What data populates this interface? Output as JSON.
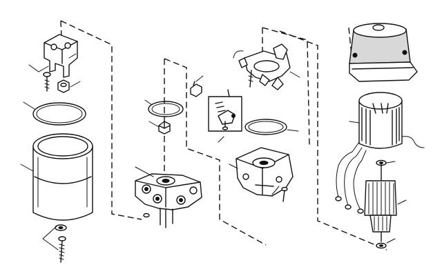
{
  "diagram": {
    "parts": [
      "cover-cap",
      "cover-screw",
      "cover-nut",
      "reservoir-o-ring",
      "reservoir",
      "reservoir-washer",
      "reservoir-screw",
      "pump-o-ring",
      "pump-check-valve",
      "pump-body",
      "brush-clip",
      "brush-spring-assembly",
      "end-cap-o-ring",
      "brush-holder",
      "motor-end-cap",
      "end-cap-screw",
      "motor-cover",
      "motor-frame",
      "armature",
      "armature-washer",
      "thrust-washer"
    ]
  }
}
